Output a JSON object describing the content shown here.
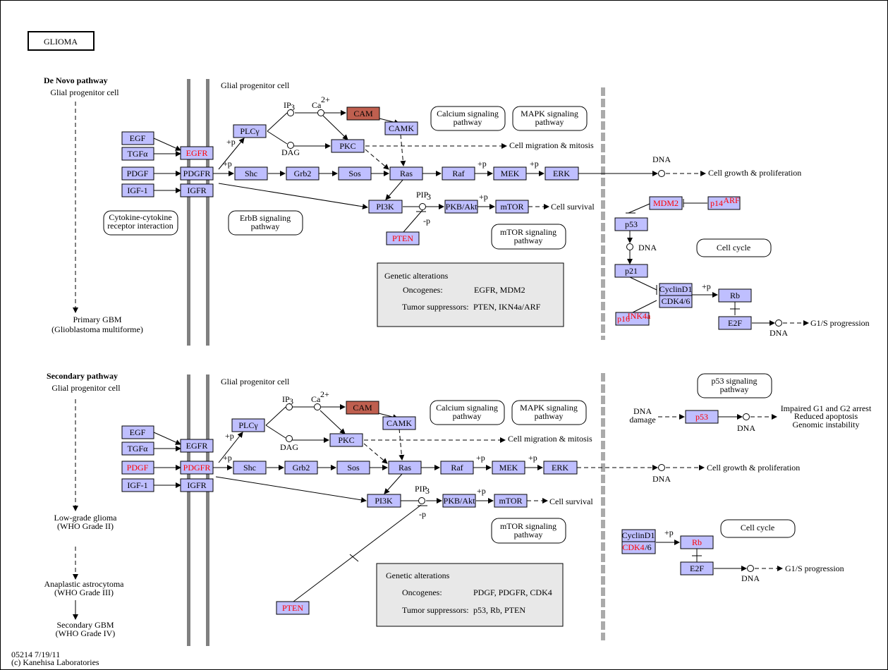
{
  "title": "GLIOMA",
  "footer": {
    "line1": "05214 7/19/11",
    "line2": "(c) Kanehisa Laboratories"
  },
  "colors": {
    "node_fill": "#bfbfff",
    "highlight_fill": "#bf5f4f",
    "alteration_text": "#ff0000",
    "membrane": "#808080",
    "panel_fill": "#e8e8e8"
  },
  "top": {
    "pathway_title": "De Novo pathway",
    "cell_label": "Glial progenitor cell",
    "outcome": [
      "Primary GBM",
      "(Glioblastoma multiforme)"
    ],
    "membrane_cell_label": "Glial progenitor cell",
    "genes": {
      "egf": "EGF",
      "tgfa": "TGFα",
      "pdgf": "PDGF",
      "igf1": "IGF-1",
      "egfr": "EGFR",
      "pdgfr": "PDGFR",
      "igfr": "IGFR",
      "plcg": "PLCγ",
      "pkc": "PKC",
      "cam": "CAM",
      "camk": "CAMK",
      "shc": "Shc",
      "grb2": "Grb2",
      "sos": "Sos",
      "ras": "Ras",
      "raf": "Raf",
      "mek": "MEK",
      "erk": "ERK",
      "pi3k": "PI3K",
      "pkb": "PKB/Akt",
      "mtor": "mTOR",
      "pten": "PTEN",
      "mdm2": "MDM2",
      "p14": "p14",
      "p14_sup": "ARF",
      "p53": "p53",
      "p21": "p21",
      "cyclind1": "CyclinD1",
      "cdk46": "CDK4/6",
      "rb": "Rb",
      "e2f": "E2F",
      "p16": "p16",
      "p16_sup": "INK4a"
    },
    "labels": {
      "ip3": "IP",
      "ip3_sub": "3",
      "ca": "Ca",
      "ca_sup": "2+",
      "dag": "DAG",
      "pip3": "PIP",
      "pip3_sub": "3",
      "plus_p": "+p",
      "minus_p": "-p",
      "dna": "DNA",
      "cell_migration": "Cell migration & mitosis",
      "cell_growth": "Cell growth & proliferation",
      "cell_survival": "Cell survival",
      "g1s": "G1/S progression"
    },
    "refs": {
      "calcium": [
        "Calcium signaling",
        "pathway"
      ],
      "mapk": [
        "MAPK signaling",
        "pathway"
      ],
      "cytokine": [
        "Cytokine-cytokine",
        "receptor interaction"
      ],
      "erbb": [
        "ErbB signaling",
        "pathway"
      ],
      "mtor": [
        "mTOR signaling",
        "pathway"
      ],
      "cellcycle": [
        "Cell cycle"
      ]
    },
    "genetic": {
      "heading": "Genetic alterations",
      "onc_label": "Oncogenes:",
      "onc_value": "EGFR, MDM2",
      "sup_label": "Tumor suppressors:",
      "sup_value": "PTEN, IKN4a/ARF"
    }
  },
  "bottom": {
    "pathway_title": "Secondary pathway",
    "cell_label": "Glial progenitor cell",
    "stages": [
      [
        "Low-grade glioma",
        "(WHO Grade II)"
      ],
      [
        "Anaplastic astrocytoma",
        "(WHO Grade III)"
      ],
      [
        "Secondary GBM",
        "(WHO Grade IV)"
      ]
    ],
    "membrane_cell_label": "Glial progenitor cell",
    "genes": {
      "egf": "EGF",
      "tgfa": "TGFα",
      "pdgf": "PDGF",
      "igf1": "IGF-1",
      "egfr": "EGFR",
      "pdgfr": "PDGFR",
      "igfr": "IGFR",
      "plcg": "PLCγ",
      "pkc": "PKC",
      "cam": "CAM",
      "camk": "CAMK",
      "shc": "Shc",
      "grb2": "Grb2",
      "sos": "Sos",
      "ras": "Ras",
      "raf": "Raf",
      "mek": "MEK",
      "erk": "ERK",
      "pi3k": "PI3K",
      "pkb": "PKB/Akt",
      "mtor": "mTOR",
      "pten": "PTEN",
      "p53": "p53",
      "cyclind1": "CyclinD1",
      "cdk4": "CDK4",
      "cdk6": "/6",
      "rb": "Rb",
      "e2f": "E2F"
    },
    "labels": {
      "ip3": "IP",
      "ip3_sub": "3",
      "ca": "Ca",
      "ca_sup": "2+",
      "dag": "DAG",
      "pip3": "PIP",
      "pip3_sub": "3",
      "plus_p": "+p",
      "minus_p": "-p",
      "dna": "DNA",
      "dna_damage": [
        "DNA",
        "damage"
      ],
      "cell_migration": "Cell migration & mitosis",
      "cell_growth": "Cell growth & proliferation",
      "cell_survival": "Cell survival",
      "g1s": "G1/S progression",
      "p53_outcomes": [
        "Impaired G1 and G2 arrest",
        "Reduced apoptosis",
        "Genomic instability"
      ]
    },
    "refs": {
      "calcium": [
        "Calcium signaling",
        "pathway"
      ],
      "mapk": [
        "MAPK signaling",
        "pathway"
      ],
      "p53sig": [
        "p53 signaling",
        "pathway"
      ],
      "mtor": [
        "mTOR signaling",
        "pathway"
      ],
      "cellcycle": [
        "Cell cycle"
      ]
    },
    "genetic": {
      "heading": "Genetic alterations",
      "onc_label": "Oncogenes:",
      "onc_value": "PDGF, PDGFR, CDK4",
      "sup_label": "Tumor suppressors:",
      "sup_value": "p53, Rb, PTEN"
    }
  }
}
